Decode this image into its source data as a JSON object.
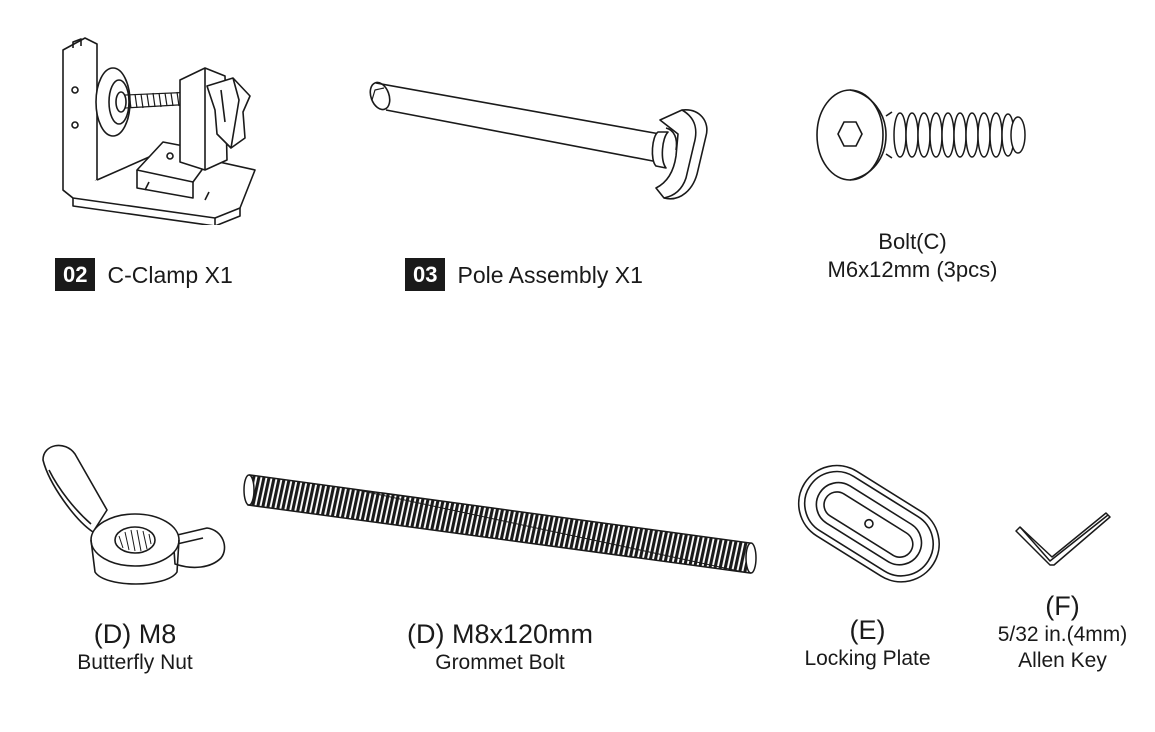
{
  "parts": {
    "c_clamp": {
      "num": "02",
      "label": "C-Clamp X1",
      "icon": "c-clamp-icon"
    },
    "pole_assembly": {
      "num": "03",
      "label": "Pole Assembly X1",
      "icon": "pole-assembly-icon"
    },
    "bolt_c": {
      "line1": "Bolt(C)",
      "line2": "M6x12mm (3pcs)",
      "icon": "bolt-icon"
    },
    "butterfly_nut": {
      "line1": "(D) M8",
      "line2": "Butterfly Nut",
      "icon": "wing-nut-icon"
    },
    "grommet_bolt": {
      "line1": "(D) M8x120mm",
      "line2": "Grommet Bolt",
      "icon": "threaded-rod-icon"
    },
    "locking_plate": {
      "line1": "(E)",
      "line2": "Locking Plate",
      "icon": "locking-plate-icon"
    },
    "allen_key": {
      "line1": "(F)",
      "line2": "5/32 in.(4mm)",
      "line3": "Allen Key",
      "icon": "allen-key-icon"
    }
  },
  "colors": {
    "ink": "#1a1a1a",
    "badge_bg": "#1a1a1a",
    "badge_text": "#ffffff"
  }
}
